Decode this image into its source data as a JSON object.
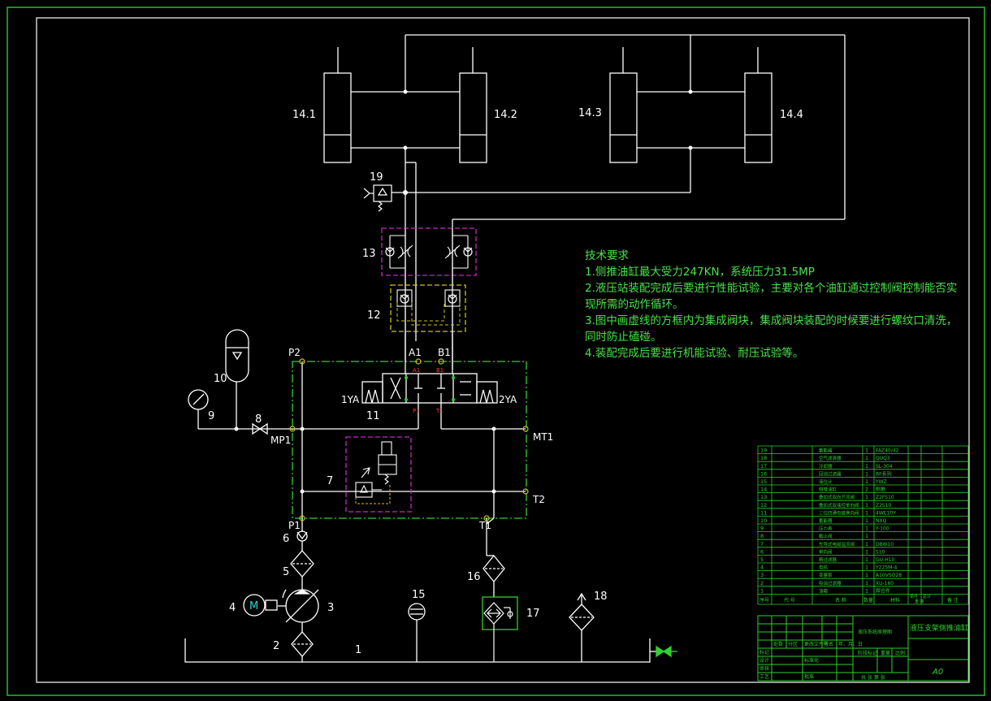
{
  "colors": {
    "background": "#000000",
    "frame": "#1fbf2a",
    "line": "#ffffff",
    "valve_block_magenta": "#c12bc1",
    "valve_block_yellow": "#c9c21a",
    "manifold_green": "#2fd02f",
    "note_text": "#49e24a",
    "port_red": "#ff3b3b",
    "motor_cyan": "#2ad4d4"
  },
  "component_labels": {
    "c14_1": "14.1",
    "c14_2": "14.2",
    "c14_3": "14.3",
    "c14_4": "14.4",
    "c19": "19",
    "c13": "13",
    "c12": "12",
    "c10": "10",
    "c9": "9",
    "c8": "8",
    "c11": "11",
    "c7": "7",
    "c6": "6",
    "c5": "5",
    "c4": "4",
    "c3": "3",
    "c2": "2",
    "c1": "1",
    "c15": "15",
    "c16": "16",
    "c17": "17",
    "c18": "18",
    "motor_symbol": "M"
  },
  "port_labels": {
    "p2": "P2",
    "a1": "A1",
    "b1": "B1",
    "mp1": "MP1",
    "mt1": "MT1",
    "t2": "T2",
    "p1": "P1",
    "t1": "T1",
    "ya1": "1YA",
    "ya2": "2YA",
    "valve_a1": "A1",
    "valve_b1": "B1",
    "valve_p1": "P1",
    "valve_t1": "T1"
  },
  "technical_requirements": {
    "title": "技术要求",
    "items": [
      "1.侧推油缸最大受力247KN，系统压力31.5MP",
      "2.液压站装配完成后要进行性能试验，主要对各个油缸通过控制阀控制能否实现所需的动作循环。",
      "3.图中画虚线的方框内为集成阀块，集成阀块装配的时候要进行螺纹口清洗，同时防止磕碰。",
      "4.装配完成后要进行机能试验、耐压试验等。"
    ]
  },
  "parts_list": [
    {
      "no": "19",
      "name": "蓄能器",
      "qty": "1",
      "code": "FAZ40/42"
    },
    {
      "no": "18",
      "name": "空气滤清器",
      "qty": "1",
      "code": "QUQ3"
    },
    {
      "no": "17",
      "name": "冷却器",
      "qty": "1",
      "code": "SL-304"
    },
    {
      "no": "16",
      "name": "回油过滤器",
      "qty": "1",
      "code": "RF系列"
    },
    {
      "no": "15",
      "name": "液位计",
      "qty": "1",
      "code": "YWZ"
    },
    {
      "no": "14",
      "name": "侧推油缸",
      "qty": "2",
      "code": "侧推"
    },
    {
      "no": "13",
      "name": "叠加式双向节流阀",
      "qty": "1",
      "code": "Z2FS10"
    },
    {
      "no": "12",
      "name": "叠加式双液控单向阀",
      "qty": "1",
      "code": "Z2S10"
    },
    {
      "no": "11",
      "name": "三位四通电磁换向阀",
      "qty": "1",
      "code": "4WE10Y"
    },
    {
      "no": "10",
      "name": "蓄能器",
      "qty": "1",
      "code": "NXQ"
    },
    {
      "no": "9",
      "name": "压力表",
      "qty": "1",
      "code": "Y-100"
    },
    {
      "no": "8",
      "name": "截止阀",
      "qty": "1",
      "code": ""
    },
    {
      "no": "7",
      "name": "先导式电磁溢流阀",
      "qty": "1",
      "code": "DBW10"
    },
    {
      "no": "6",
      "name": "单向阀",
      "qty": "1",
      "code": "S10"
    },
    {
      "no": "5",
      "name": "精过滤器",
      "qty": "1",
      "code": "GU-H10"
    },
    {
      "no": "4",
      "name": "电机",
      "qty": "1",
      "code": "Y225M-4"
    },
    {
      "no": "3",
      "name": "变量泵",
      "qty": "1",
      "code": "A10VSO28"
    },
    {
      "no": "2",
      "name": "吸油过滤器",
      "qty": "1",
      "code": "XU-160"
    },
    {
      "no": "1",
      "name": "油箱",
      "qty": "1",
      "code": "焊合件"
    }
  ],
  "parts_header": {
    "no": "序号",
    "code": "代 号",
    "name": "名 称",
    "qty": "数量",
    "material": "材料",
    "single": "单件",
    "total": "总计",
    "weight": "重 量",
    "remark": "备 注"
  },
  "title_block": {
    "drawing_title": "液压支架侧推油缸",
    "drawing_no": "液压系统原理图",
    "scale": "A0",
    "marks": "标记",
    "count": "处数",
    "zone": "分区",
    "change_doc": "更改文件号",
    "signature": "签名",
    "date": "年、月、日",
    "designer": "设计",
    "standardization": "标准化",
    "stage_mark": "阶段标记",
    "weight": "重量",
    "ratio": "比例",
    "checker": "审核",
    "process": "工艺",
    "approve": "批准",
    "sheets": "共  张  第  张"
  }
}
